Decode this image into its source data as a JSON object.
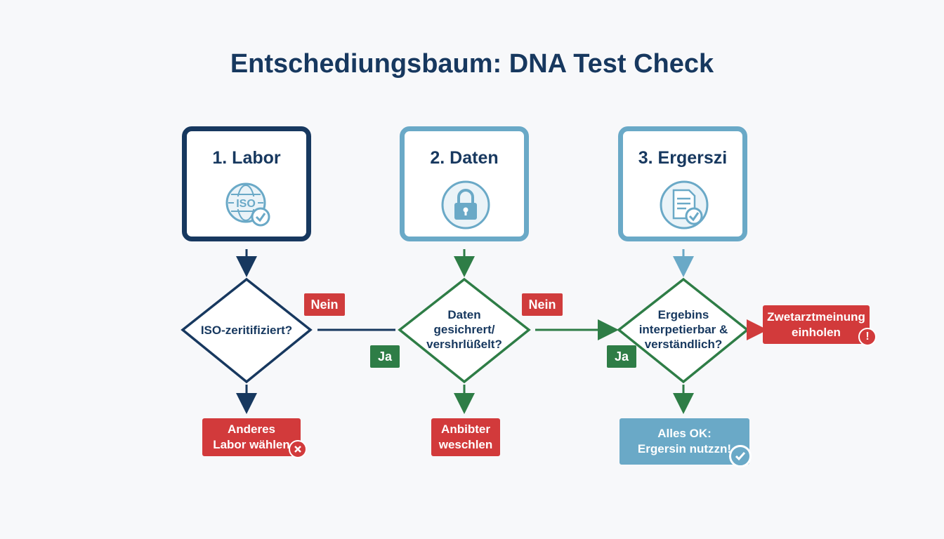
{
  "title": "Entschediungsbaum: DNA Test Check",
  "colors": {
    "navy": "#17385f",
    "light_blue": "#6aa9c7",
    "green": "#2e7d46",
    "red": "#d03c3c",
    "background": "#f7f8fa"
  },
  "steps": [
    {
      "label": "1. Labor",
      "icon": "iso-globe-check-icon",
      "icon_text": "ISO"
    },
    {
      "label": "2. Daten",
      "icon": "padlock-icon"
    },
    {
      "label": "3. Ergerszi",
      "icon": "document-check-icon"
    }
  ],
  "decisions": [
    {
      "question": "ISO-zeritifiziert?"
    },
    {
      "question": "Daten gesichrert/ vershrlüßelt?"
    },
    {
      "question": "Ergebins interpetierbar & verständlich?"
    }
  ],
  "branch_labels": {
    "nein": "Nein",
    "ja": "Ja"
  },
  "outcomes": {
    "anderes_labor": "Anderes Labor wählen",
    "anbieter_wechseln": "Anbibter weschlen",
    "zweitmeinung": "Zwetarztmeinung einholen",
    "alles_ok": "Alles OK: Ergersin nutzzn!"
  },
  "outcome_icons": {
    "anderes_labor": "x-circle-icon",
    "zweitmeinung": "exclamation-circle-icon",
    "alles_ok": "check-circle-icon"
  }
}
